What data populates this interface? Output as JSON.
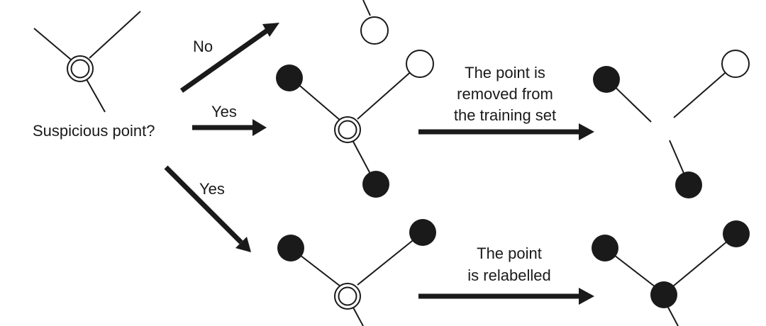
{
  "labels": {
    "question": "Suspicious point?",
    "branch_no": "No",
    "branch_yes_middle": "Yes",
    "branch_yes_lower": "Yes",
    "outcome_removed": [
      "The point is",
      "removed from",
      "the training set"
    ],
    "outcome_relabelled": [
      "The point",
      "is relabelled"
    ]
  },
  "node_classes": {
    "suspicious": "double-ring",
    "unlabelled": "open",
    "labelled": "filled"
  },
  "colors": {
    "ink": "#1a1a1a",
    "background": "#ffffff"
  }
}
